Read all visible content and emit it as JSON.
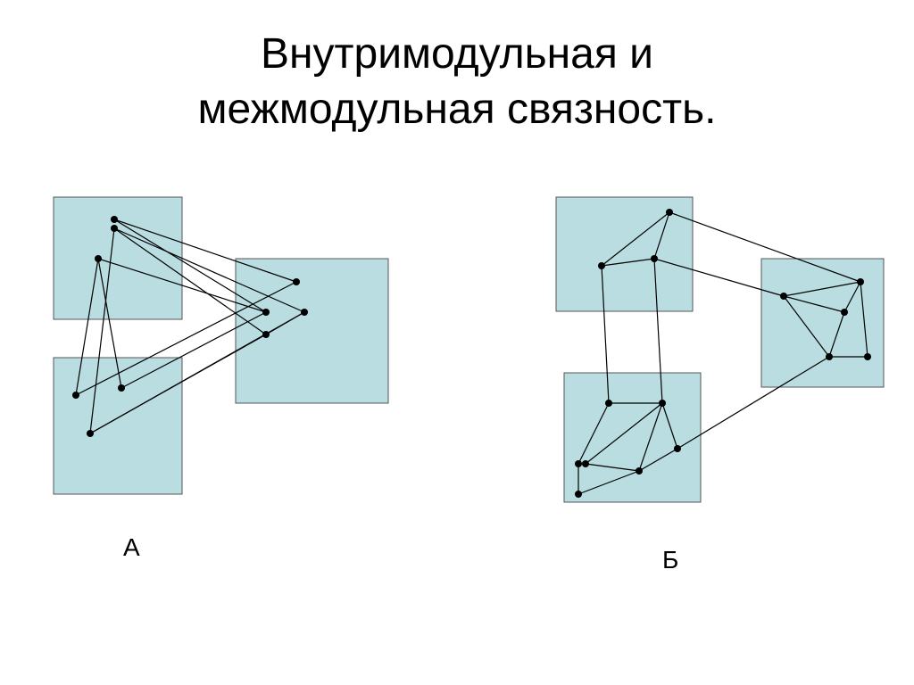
{
  "title": {
    "line1": "Внутримодульная и",
    "line2": "межмодульная связность."
  },
  "diagram_a": {
    "label": "А",
    "module_color": "#b9dde1"
  },
  "diagram_b": {
    "label": "Б",
    "module_color": "#b9dde1"
  },
  "colors": {
    "module_fill": "#b9dde1",
    "module_border": "#555555",
    "edge": "#000000",
    "node": "#000000"
  }
}
